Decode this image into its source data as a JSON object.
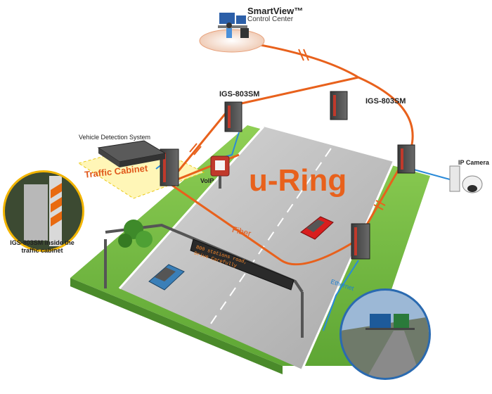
{
  "control_center": {
    "title": "SmartView™",
    "subtitle": "Control Center"
  },
  "switches": {
    "left_label": "IGS-803SM",
    "right_label": "IGS-803SM"
  },
  "traffic_cabinet": {
    "system_label": "Vehicle Detection System",
    "cabinet_label": "Traffic Cabinet",
    "inset_caption": "IGS-803SM inside the traffic cabinet"
  },
  "voip_label": "VoIP",
  "ring_label": "u-Ring",
  "fiber_label": "Fiber",
  "ethernet_label": "Ethernet",
  "camera_label": "IP Camera",
  "vms_sign_text": "800 stations road, Drive Carefully",
  "colors": {
    "fiber": "#e8611c",
    "ethernet": "#2a8ad8",
    "grass": "#7cc04a",
    "road": "#bfbfbf",
    "cabinet_highlight": "#fff6b0"
  }
}
